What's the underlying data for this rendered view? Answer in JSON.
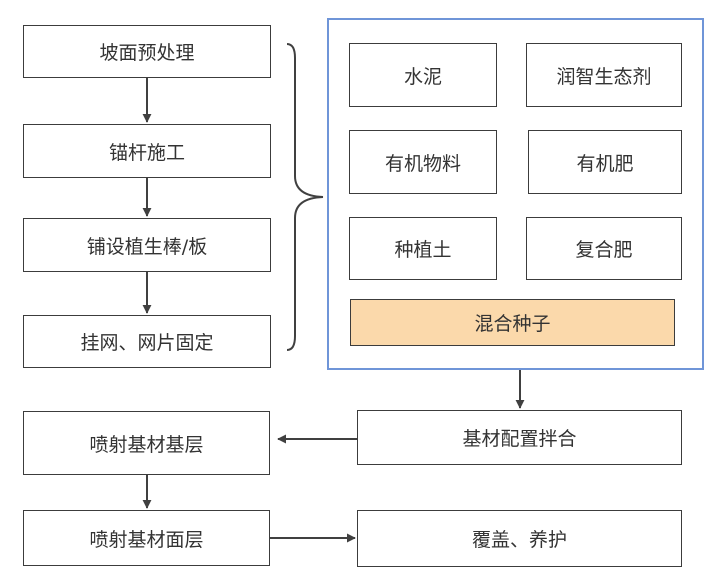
{
  "left_steps": [
    "坡面预处理",
    "锚杆施工",
    "铺设植生棒/板",
    "挂网、网片固定"
  ],
  "materials": [
    "水泥",
    "润智生态剂",
    "有机物料",
    "有机肥",
    "种植土",
    "复合肥"
  ],
  "mixed_seeds": "混合种子",
  "mixing": "基材配置拌合",
  "spray_base": "喷射基材基层",
  "spray_surface": "喷射基材面层",
  "cover": "覆盖、养护",
  "colors": {
    "border": "#3c3c3c",
    "group_border": "#6f95d8",
    "highlight_fill": "#fbd9ab",
    "arrow": "#404040"
  }
}
